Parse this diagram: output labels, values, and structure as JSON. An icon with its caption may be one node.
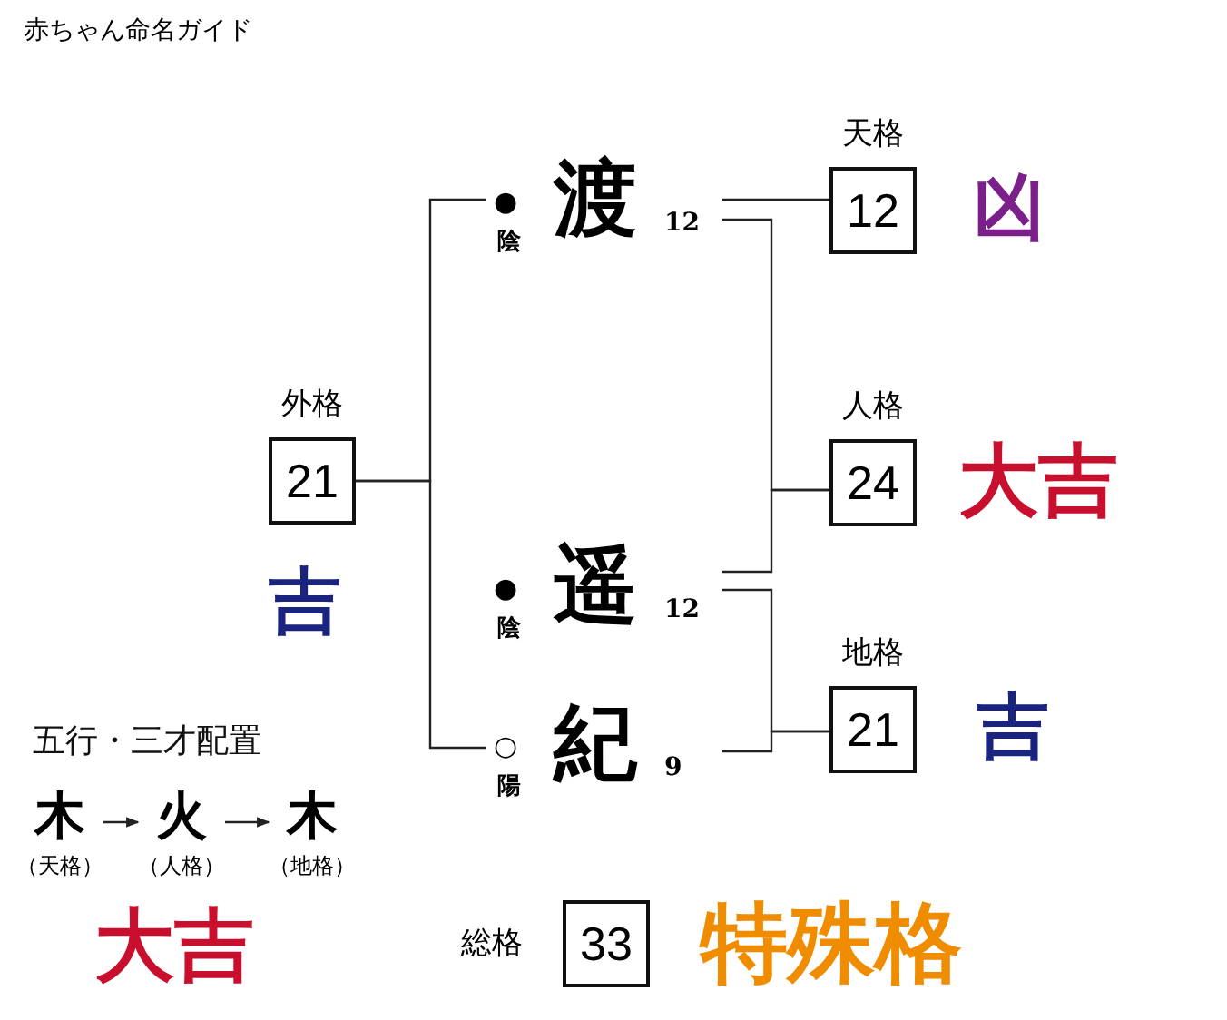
{
  "diagram": {
    "title": "赤ちゃん命名ガイド",
    "nodes": [
      {
        "text": [
          "渡"
        ],
        "beside": [
          "●",
          "陰",
          "12"
        ]
      },
      {
        "text": [
          "天格",
          "12"
        ],
        "beside": [
          "凶"
        ]
      },
      {
        "text": [
          "外格",
          "21"
        ],
        "beside": [
          "吉"
        ]
      },
      {
        "text": [
          "人格",
          "24"
        ],
        "beside": [
          "大吉"
        ]
      },
      {
        "text": [
          "遥"
        ],
        "beside": [
          "●",
          "陰",
          "12"
        ]
      },
      {
        "text": [
          "地格",
          "21"
        ],
        "beside": [
          "吉"
        ]
      },
      {
        "text": [
          "紀"
        ],
        "beside": [
          "○",
          "陽",
          "9"
        ]
      },
      {
        "text": [
          "木",
          "（天格）"
        ]
      },
      {
        "text": [
          "火",
          "（人格）"
        ]
      },
      {
        "text": [
          "木",
          "（地格）"
        ]
      },
      {
        "text": [
          "総格",
          "33"
        ],
        "beside": [
          "特殊格"
        ]
      }
    ],
    "edges": [
      {
        "from": 0,
        "to": 2,
        "arrow": "none"
      },
      {
        "from": 6,
        "to": 2,
        "arrow": "none"
      },
      {
        "from": 0,
        "to": 1,
        "arrow": "none"
      },
      {
        "from": 0,
        "to": 3,
        "arrow": "none"
      },
      {
        "from": 4,
        "to": 3,
        "arrow": "none"
      },
      {
        "from": 4,
        "to": 5,
        "arrow": "none"
      },
      {
        "from": 6,
        "to": 5,
        "arrow": "none"
      },
      {
        "from": 7,
        "to": 8,
        "arrow": "to"
      },
      {
        "from": 8,
        "to": 9,
        "arrow": "to"
      }
    ],
    "labels": [
      "五行・三才配置",
      "大吉"
    ]
  }
}
